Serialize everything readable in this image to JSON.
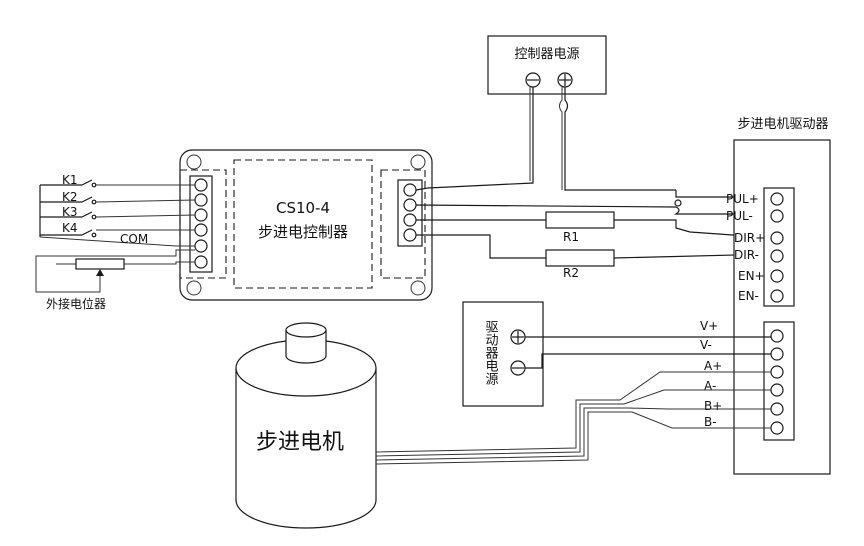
{
  "controller": {
    "model": "CS10-4",
    "name": "步进电控制器"
  },
  "controller_power": {
    "label": "控制器电源",
    "terminals": [
      "⊖",
      "⊕"
    ]
  },
  "driver": {
    "title": "步进电机驱动器",
    "inputs": [
      "PUL+",
      "PUL-",
      "DIR+",
      "DIR-",
      "EN+",
      "EN-"
    ],
    "power_outputs": [
      "V+",
      "V-",
      "A+",
      "A-",
      "B+",
      "B-"
    ]
  },
  "driver_power": {
    "label": "驱动器电源",
    "terminals": [
      "⊕",
      "⊖"
    ]
  },
  "switches": [
    "K1",
    "K2",
    "K3",
    "K4"
  ],
  "com_label": "COM",
  "potentiometer_label": "外接电位器",
  "resistors": [
    "R1",
    "R2"
  ],
  "motor_label": "步进电机"
}
